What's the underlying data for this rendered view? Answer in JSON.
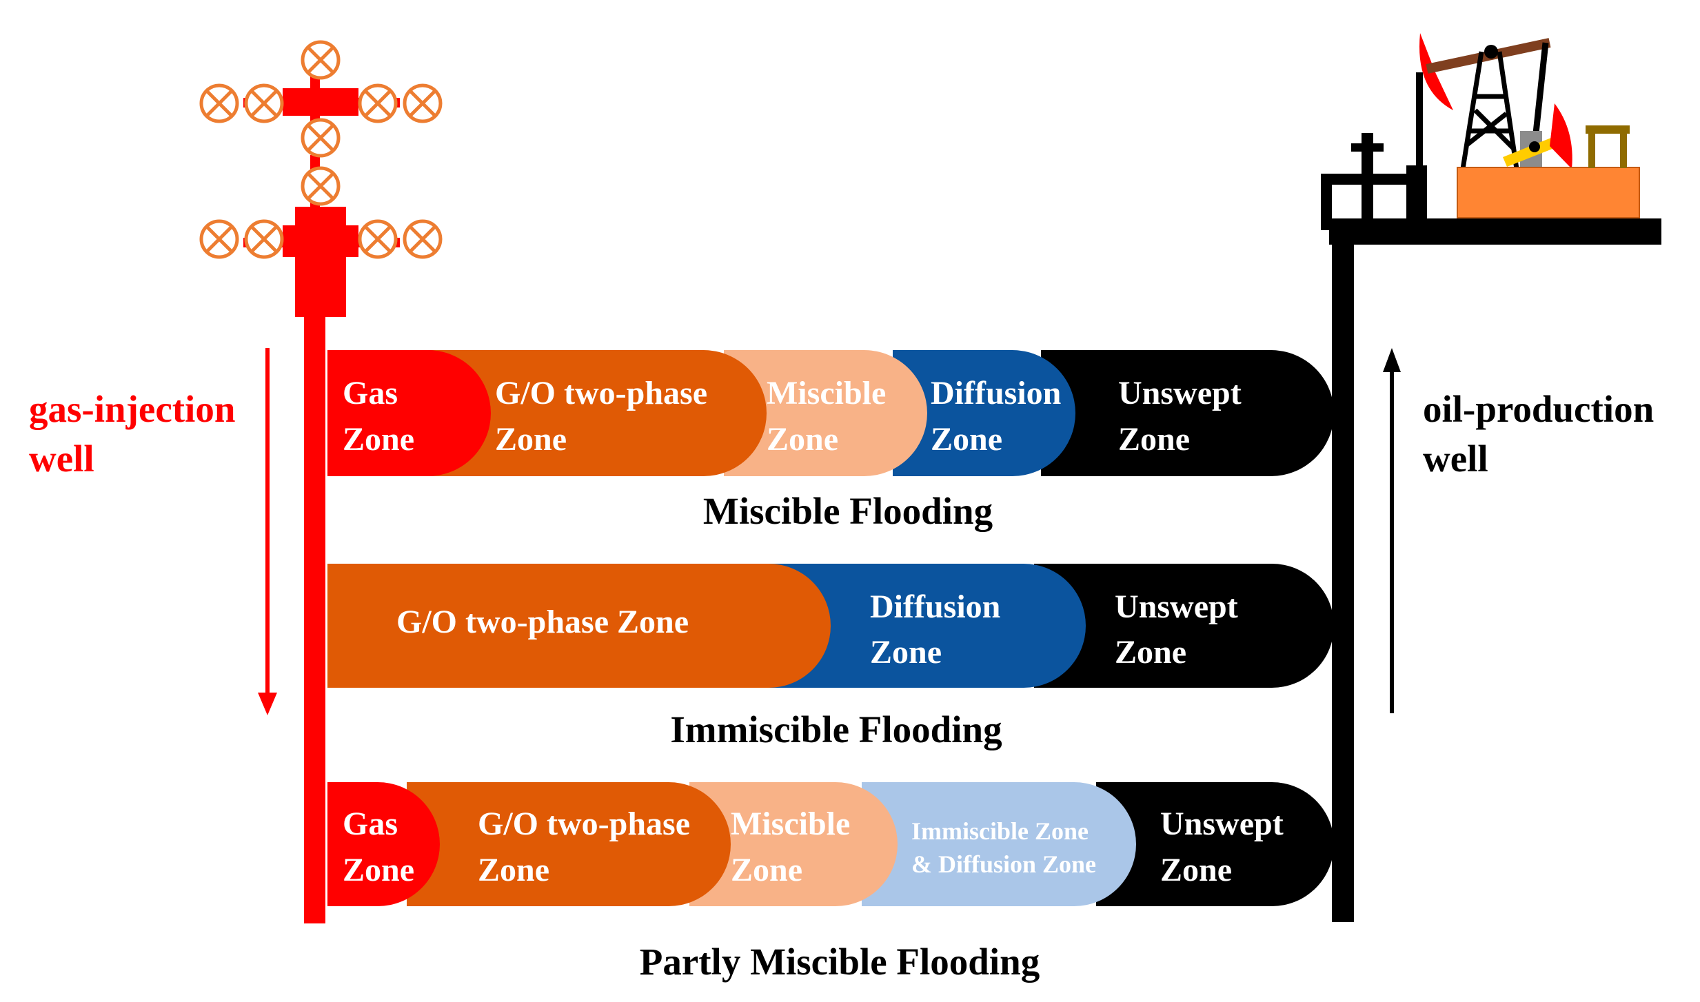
{
  "labels": {
    "injection_well": [
      "gas-injection",
      "well"
    ],
    "production_well": [
      "oil-production",
      "well"
    ]
  },
  "bands": [
    {
      "caption": "Miscible Flooding",
      "zones": [
        {
          "lines": [
            "Gas",
            "Zone"
          ],
          "color": "#ff0000",
          "text_color": "#ffffff"
        },
        {
          "lines": [
            "G/O  two-phase",
            "Zone"
          ],
          "color": "#e05a05",
          "text_color": "#ffffff"
        },
        {
          "lines": [
            "Miscible",
            "Zone"
          ],
          "color": "#f8b287",
          "text_color": "#ffffff"
        },
        {
          "lines": [
            "Diffusion",
            "Zone"
          ],
          "color": "#0b549e",
          "text_color": "#ffffff"
        },
        {
          "lines": [
            "Unswept",
            "Zone"
          ],
          "color": "#000000",
          "text_color": "#ffffff"
        }
      ]
    },
    {
      "caption": "Immiscible Flooding",
      "zones": [
        {
          "lines": [
            "G/O  two-phase  Zone"
          ],
          "color": "#e05a05",
          "text_color": "#ffffff"
        },
        {
          "lines": [
            "Diffusion",
            "Zone"
          ],
          "color": "#0b549e",
          "text_color": "#ffffff"
        },
        {
          "lines": [
            "Unswept",
            "Zone"
          ],
          "color": "#000000",
          "text_color": "#ffffff"
        }
      ]
    },
    {
      "caption": "Partly Miscible Flooding",
      "zones": [
        {
          "lines": [
            "Gas",
            "Zone"
          ],
          "color": "#ff0000",
          "text_color": "#ffffff"
        },
        {
          "lines": [
            "G/O  two-phase",
            "Zone"
          ],
          "color": "#e05a05",
          "text_color": "#ffffff"
        },
        {
          "lines": [
            "Miscible",
            "Zone"
          ],
          "color": "#f8b287",
          "text_color": "#ffffff"
        },
        {
          "lines": [
            "Immiscible Zone",
            "& Diffusion Zone"
          ],
          "color": "#aac6e8",
          "text_color": "#ffffff"
        },
        {
          "lines": [
            "Unswept",
            "Zone"
          ],
          "color": "#000000",
          "text_color": "#ffffff"
        }
      ]
    }
  ],
  "colors": {
    "injection": "#ff0000",
    "valve": "#ed7d31",
    "production": "#000000",
    "pump_base": "#ff8533",
    "pump_beam": "#7f3f1f",
    "counterweight": "#ffcc00",
    "pump_head": "#ff0000"
  },
  "icons": [
    "wellhead-icon",
    "pumpjack-icon",
    "down-arrow-icon",
    "up-arrow-icon"
  ]
}
